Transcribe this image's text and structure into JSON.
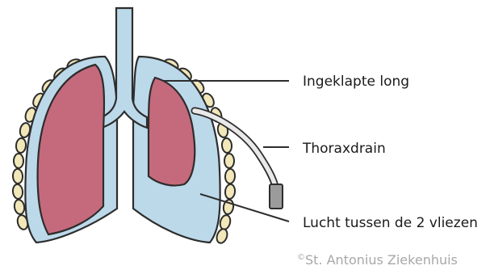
{
  "labels": {
    "collapsed_lung": "Ingeklapte long",
    "chest_drain": "Thoraxdrain",
    "air_between_pleura": "Lucht tussen de 2 vliezen"
  },
  "credit": {
    "symbol": "©",
    "text": "St. Antonius Ziekenhuis"
  },
  "colors": {
    "pleura_fill": "#bcd9ea",
    "lung_fill": "#c56a7c",
    "rib_fill": "#f1e7b9",
    "outline": "#2d2d2d",
    "drain_tube": "#e9e9e9",
    "drain_tip": "#9b9b9b",
    "credit_text": "#a8a8a8"
  }
}
